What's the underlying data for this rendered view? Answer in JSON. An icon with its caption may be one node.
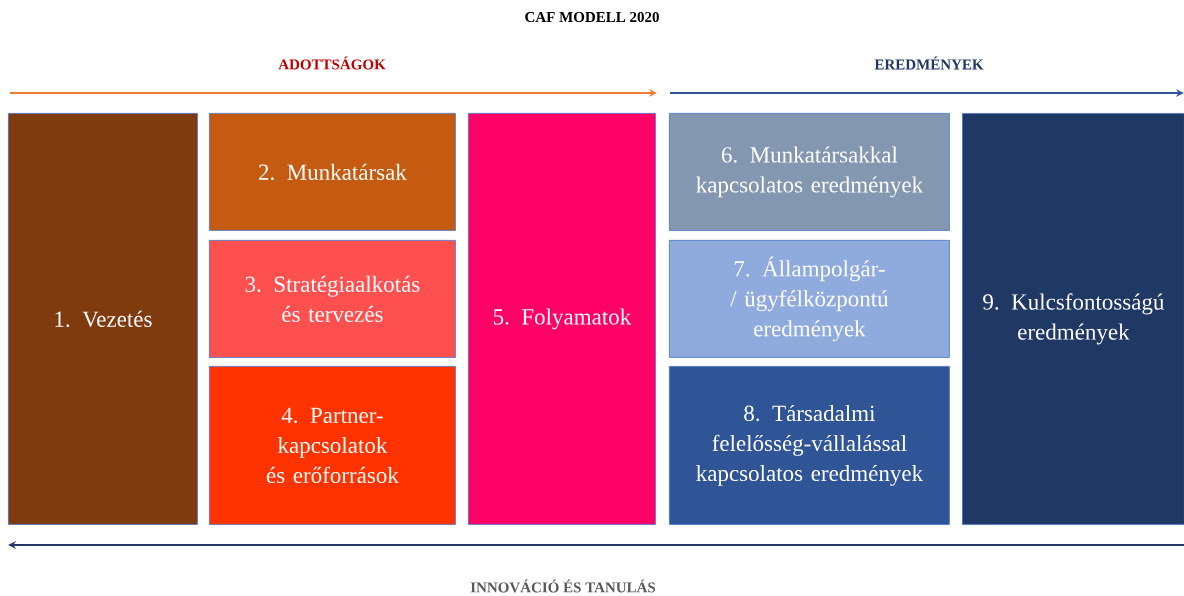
{
  "diagram": {
    "title": "CAF MODELL 2020",
    "nodes": [
      {
        "text": [
          "1. Vezetés"
        ]
      },
      {
        "text": [
          "2. Munkatársak"
        ]
      },
      {
        "text": [
          "3. Stratégiaalkotás és tervezés"
        ]
      },
      {
        "text": [
          "4. Partner- kapcsolatok és erőforrások"
        ]
      },
      {
        "text": [
          "5. Folyamatok"
        ]
      },
      {
        "text": [
          "6. Munkatársakkal kapcsolatos eredmények"
        ]
      },
      {
        "text": [
          "7. Állampolgár-/ ügyfélközpontú eredmények"
        ]
      },
      {
        "text": [
          "8. Társadalmi felelősség-vállalással kapcsolatos eredmények"
        ]
      },
      {
        "text": [
          "9. Kulcsfontosságú eredmények"
        ]
      }
    ],
    "labels": [
      "ADOTTSÁGOK",
      "EREDMÉNYEK",
      "INNOVÁCIÓ ÉS TANULÁS"
    ]
  }
}
